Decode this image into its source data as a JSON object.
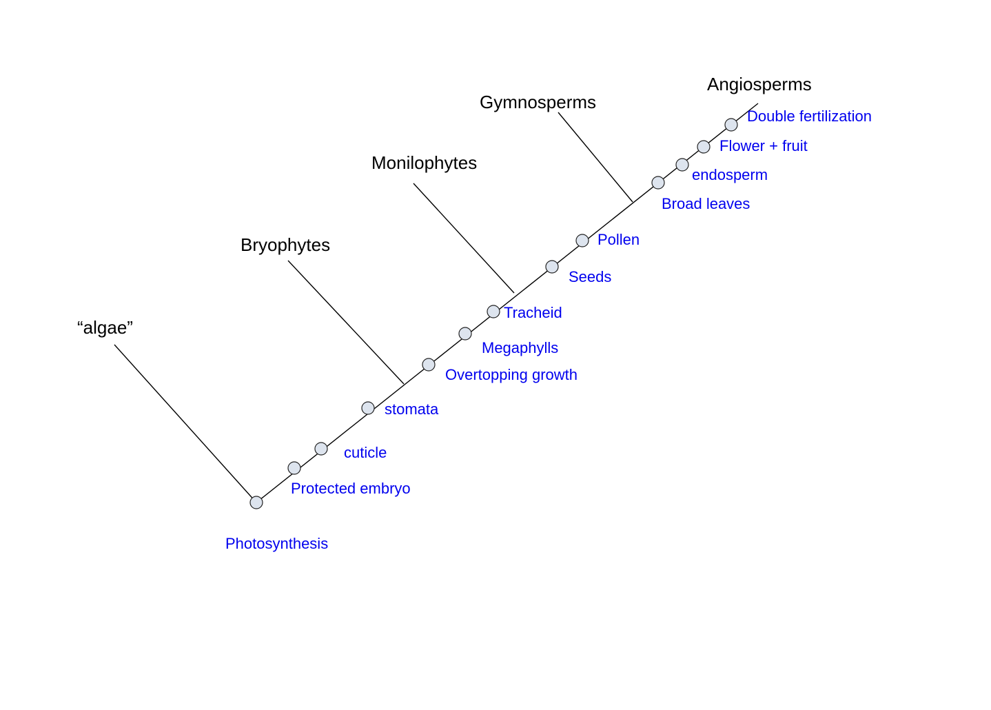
{
  "colors": {
    "line": "#000000",
    "taxon_text": "#000000",
    "trait_text": "#0000ee",
    "node_fill": "#dde4ee",
    "node_stroke": "#222222"
  },
  "taxa": {
    "algae": "“algae”",
    "bryophytes": "Bryophytes",
    "monilophytes": "Monilophytes",
    "gymnosperms": "Gymnosperms",
    "angiosperms": "Angiosperms"
  },
  "traits": {
    "photosynthesis": "Photosynthesis",
    "protected_embryo": "Protected embryo",
    "cuticle": "cuticle",
    "stomata": "stomata",
    "overtopping_growth": "Overtopping growth",
    "megaphylls": "Megaphylls",
    "tracheid": "Tracheid",
    "seeds": "Seeds",
    "pollen": "Pollen",
    "broad_leaves": "Broad leaves",
    "endosperm": "endosperm",
    "flower_fruit": "Flower + fruit",
    "double_fertilization": "Double fertilization"
  }
}
